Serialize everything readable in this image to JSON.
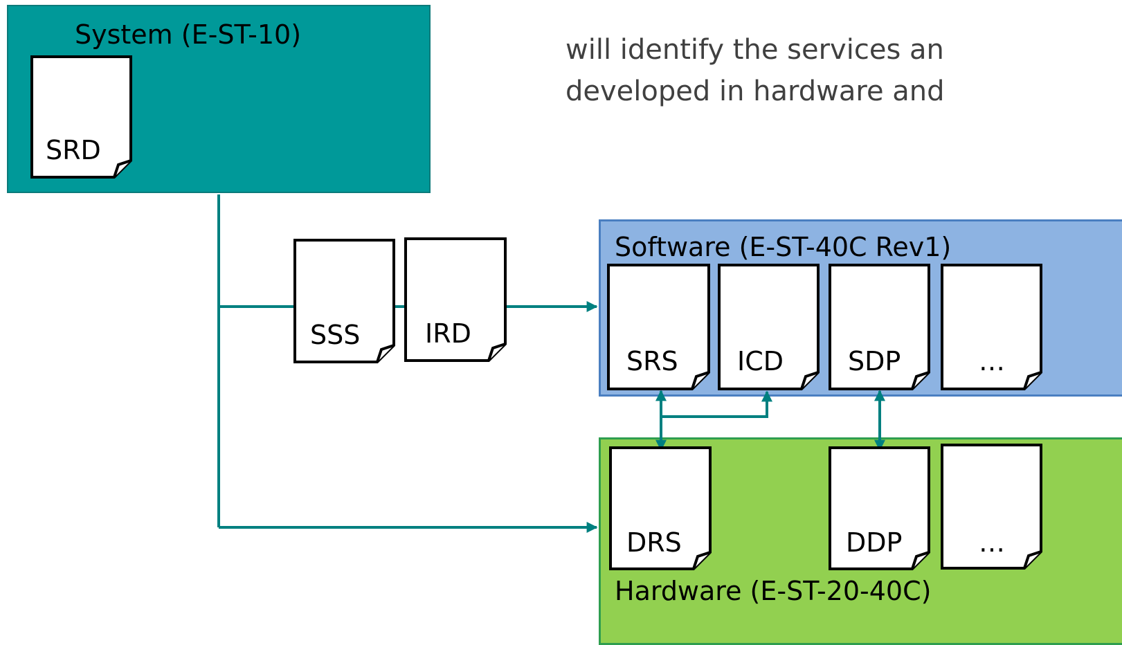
{
  "intro_text": {
    "line1": "will identify the services an",
    "line2": "developed in hardware and"
  },
  "system": {
    "title": "System (E-ST-10)",
    "documents": [
      "SRD"
    ],
    "color": "#009999"
  },
  "flow_documents": [
    "SSS",
    "IRD"
  ],
  "software": {
    "title": "Software (E-ST-40C Rev1)",
    "documents": [
      "SRS",
      "ICD",
      "SDP",
      "…"
    ],
    "color": "#8db3e2"
  },
  "hardware": {
    "title": "Hardware (E-ST-20-40C)",
    "documents": [
      "DRS",
      "DDP",
      "…"
    ],
    "color": "#92d050"
  },
  "connector_color": "#008080"
}
